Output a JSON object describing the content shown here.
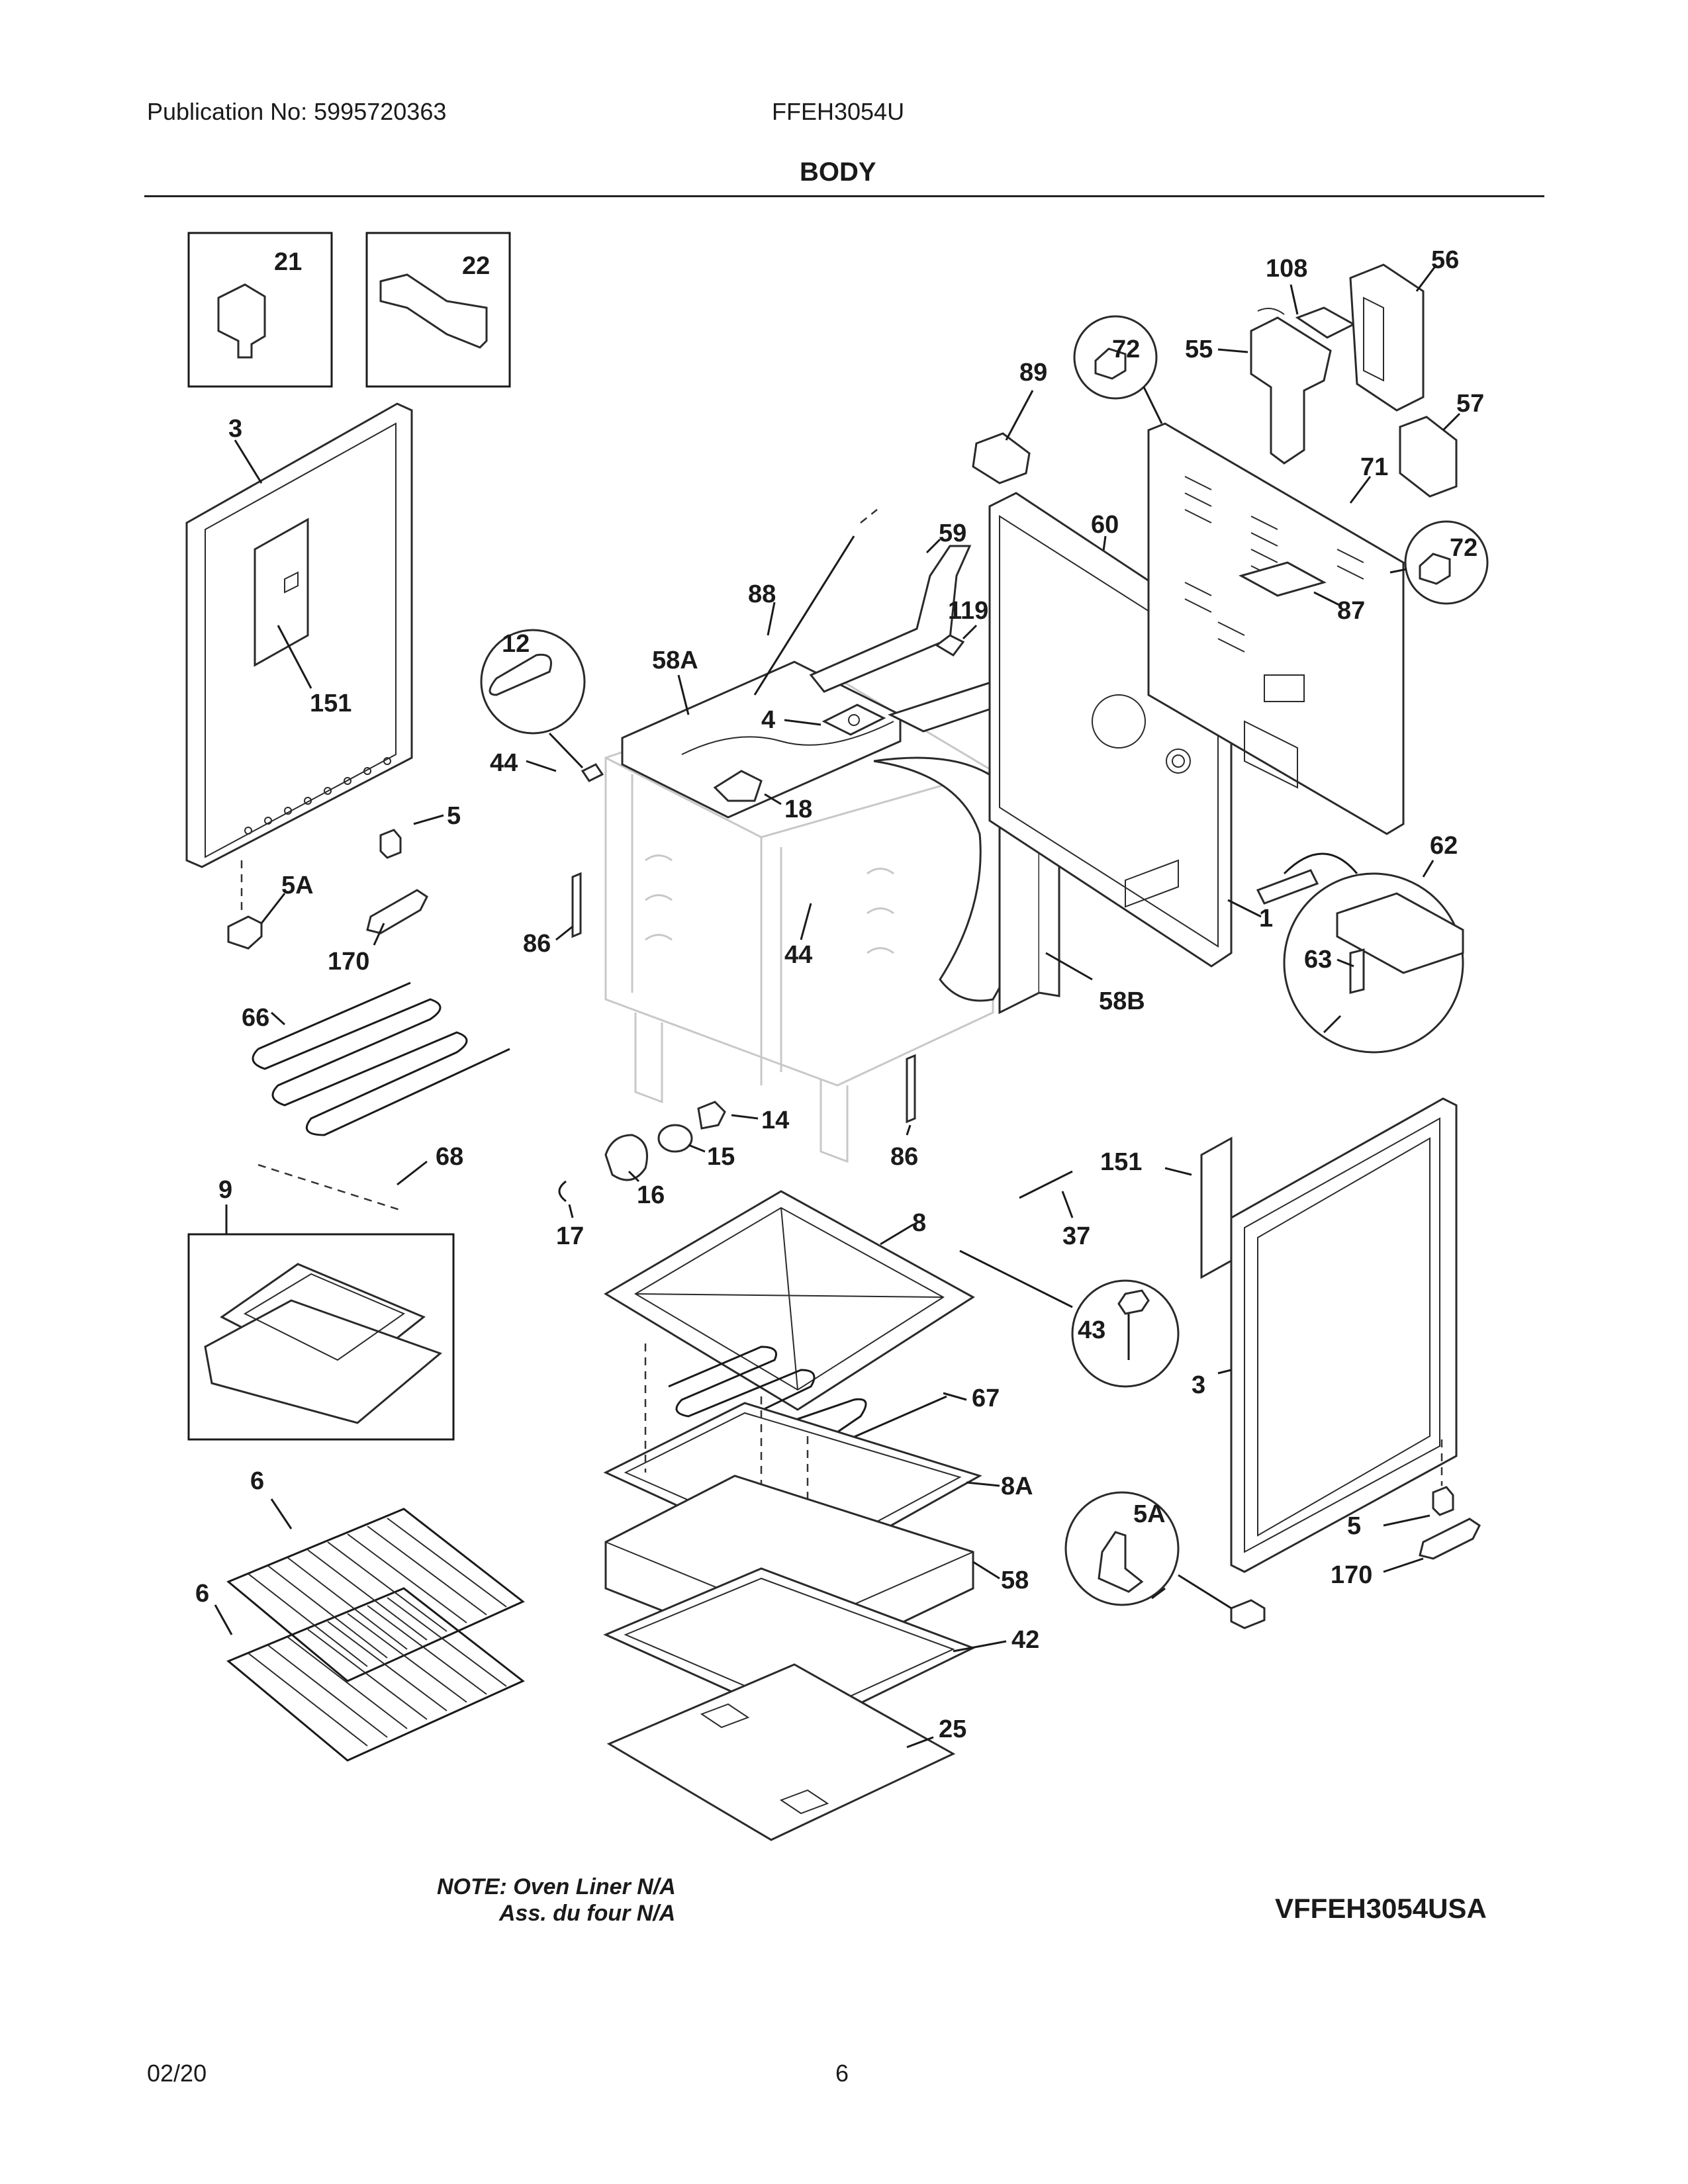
{
  "header": {
    "publication": "Publication No: 5995720363",
    "model": "FFEH3054U",
    "section": "BODY"
  },
  "labels": {
    "l21": "21",
    "l22": "22",
    "l3a": "3",
    "l151a": "151",
    "l5a": "5",
    "l5Aa": "5A",
    "l170a": "170",
    "l66": "66",
    "l68": "68",
    "l9": "9",
    "l6a": "6",
    "l6b": "6",
    "l12": "12",
    "l44a": "44",
    "l58A": "58A",
    "l88": "88",
    "l4": "4",
    "l18": "18",
    "l86a": "86",
    "l44b": "44",
    "l59": "59",
    "l119": "119",
    "l60": "60",
    "l89": "89",
    "l72a": "72",
    "l55": "55",
    "l108": "108",
    "l56": "56",
    "l57": "57",
    "l71": "71",
    "l72b": "72",
    "l87": "87",
    "l1": "1",
    "l58B": "58B",
    "l62": "62",
    "l63": "63",
    "l14": "14",
    "l15": "15",
    "l16": "16",
    "l17": "17",
    "l86b": "86",
    "l8": "8",
    "l67": "67",
    "l8A": "8A",
    "l58": "58",
    "l42": "42",
    "l25": "25",
    "l151b": "151",
    "l37": "37",
    "l43": "43",
    "l3b": "3",
    "l5Ab": "5A",
    "l5b": "5",
    "l170b": "170"
  },
  "notes": {
    "line1": "NOTE: Oven Liner N/A",
    "line2": "Ass. du four N/A"
  },
  "diagram_code": "VFFEH3054USA",
  "footer": {
    "date": "02/20",
    "page": "6"
  }
}
